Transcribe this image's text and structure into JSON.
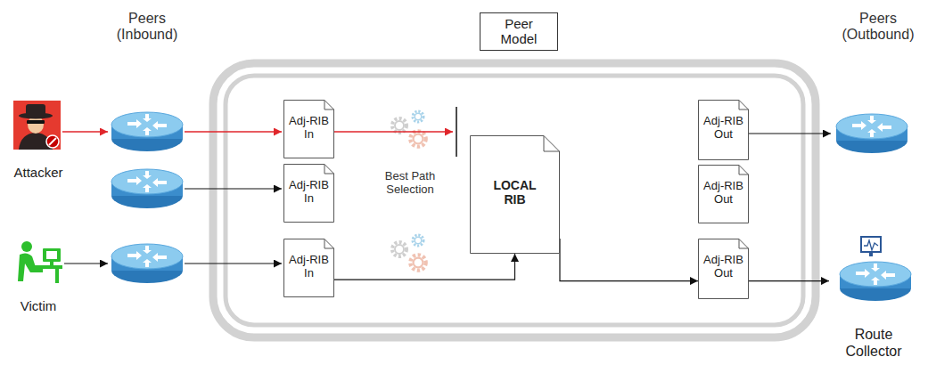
{
  "diagram": {
    "nodes": [
      {
        "text": [
          "Peer Model"
        ]
      },
      {
        "text": [
          "Attacker"
        ]
      },
      {
        "text": [
          "Victim"
        ]
      },
      {
        "text": [
          "Adj-RIB In"
        ]
      },
      {
        "text": [
          "Adj-RIB In"
        ]
      },
      {
        "text": [
          "Adj-RIB In"
        ]
      },
      {
        "text": [
          "LOCAL RIB"
        ]
      },
      {
        "text": [
          "Adj-RIB Out"
        ]
      },
      {
        "text": [
          "Adj-RIB Out"
        ]
      },
      {
        "text": [
          "Adj-RIB Out"
        ]
      },
      {
        "text": [
          "Route Collector"
        ]
      }
    ],
    "edges": [
      {
        "from": 5,
        "to": 6,
        "arrow": "to"
      },
      {
        "from": 6,
        "to": 9,
        "arrow": "to"
      },
      {
        "from": 9,
        "to": 10,
        "arrow": "to"
      }
    ],
    "labels": [
      "Peers (Inbound)",
      "Peers (Outbound)",
      "Best Path Selection"
    ]
  }
}
